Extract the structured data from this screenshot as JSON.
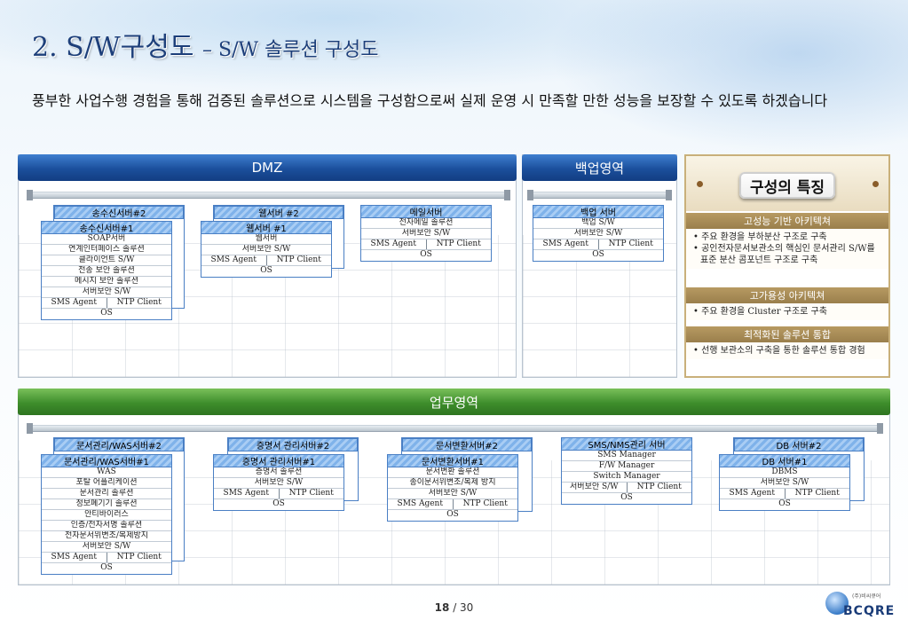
{
  "title": {
    "main": "2. S/W구성도",
    "sub": "– S/W 솔루션 구성도"
  },
  "intro": "풍부한 사업수행 경험을 통해 검증된 솔루션으로 시스템을 구성함으로써 실제 운영 시 만족할 만한 성능을 보장할 수 있도록 하겠습니다",
  "dmz": {
    "label": "DMZ",
    "servers": [
      {
        "back": "송수신서버#2",
        "front": "송수신서버#1",
        "rows": [
          "SOAP서버",
          "연계인터페이스 솔루션",
          "클라이언트 S/W",
          "전송 보안 솔루션",
          "메시지 보안 솔루션",
          "서버보안 S/W"
        ],
        "sms": "SMS Agent",
        "ntp": "NTP Client",
        "os": "OS"
      },
      {
        "back": "웹서버 #2",
        "front": "웹서버 #1",
        "rows": [
          "웹서버",
          "서버보안 S/W"
        ],
        "sms": "SMS Agent",
        "ntp": "NTP Client",
        "os": "OS"
      },
      {
        "front": "메일서버",
        "rows": [
          "전자메일 솔루션",
          "서버보안 S/W"
        ],
        "sms": "SMS Agent",
        "ntp": "NTP Client",
        "os": "OS"
      }
    ]
  },
  "backup": {
    "label": "백업영역",
    "server": {
      "front": "백업 서버",
      "rows": [
        "백업 S/W",
        "서버보안 S/W"
      ],
      "sms": "SMS Agent",
      "ntp": "NTP Client",
      "os": "OS"
    }
  },
  "features": {
    "badge": "구성의 특징",
    "sections": [
      {
        "title": "고성능 기반 아키텍쳐",
        "items": [
          "주요 환경을 부하분산 구조로 구축",
          "공인전자문서보관소의 핵심인 문서관리 S/W를 표준 분산 콤포넌트 구조로 구축"
        ]
      },
      {
        "title": "고가용성 아키텍쳐",
        "items": [
          "주요 환경을 Cluster 구조로 구축"
        ]
      },
      {
        "title": "최적화된 솔루션 통합",
        "items": [
          "선행 보관소의 구축을 통한 솔루션 통합 경험"
        ]
      }
    ]
  },
  "business": {
    "label": "업무영역",
    "servers": [
      {
        "back": "문서관리/WAS서버#2",
        "front": "문서관리/WAS서버#1",
        "rows": [
          "WAS",
          "포탈 어플리케이션",
          "문서관리 솔루션",
          "정보폐기기 솔루션",
          "안티바이러스",
          "인증/전자서명 솔루션",
          "전자문서위변조/복제방지",
          "서버보안 S/W"
        ],
        "sms": "SMS Agent",
        "ntp": "NTP Client",
        "os": "OS"
      },
      {
        "back": "증명서 관리서버#2",
        "front": "증명서 관리서버#1",
        "rows": [
          "증명서 솔루션",
          "서버보안 S/W"
        ],
        "sms": "SMS Agent",
        "ntp": "NTP Client",
        "os": "OS"
      },
      {
        "back": "문서변환서버#2",
        "front": "문서변환서버#1",
        "rows": [
          "문서변환 솔루션",
          "종이문서위변조/복제 방지",
          "서버보안 S/W"
        ],
        "sms": "SMS Agent",
        "ntp": "NTP Client",
        "os": "OS"
      },
      {
        "front": "SMS/NMS관리 서버",
        "rows": [
          "SMS Manager",
          "F/W Manager",
          "Switch Manager"
        ],
        "sms": "서버보안 S/W",
        "ntp": "NTP Client",
        "os": "OS"
      },
      {
        "back": "DB 서버#2",
        "front": "DB 서버#1",
        "rows": [
          "DBMS",
          "서버보안 S/W"
        ],
        "sms": "SMS Agent",
        "ntp": "NTP Client",
        "os": "OS"
      }
    ]
  },
  "footer": {
    "page": "18",
    "total": "/ 30"
  },
  "logo": {
    "tag": "(주)비씨큐어",
    "name": "BCQRE"
  },
  "colors": {
    "dmz_bar": "#1b4f9c",
    "business_bar": "#3e8e2c",
    "feature_header": "#9a7f4c"
  }
}
